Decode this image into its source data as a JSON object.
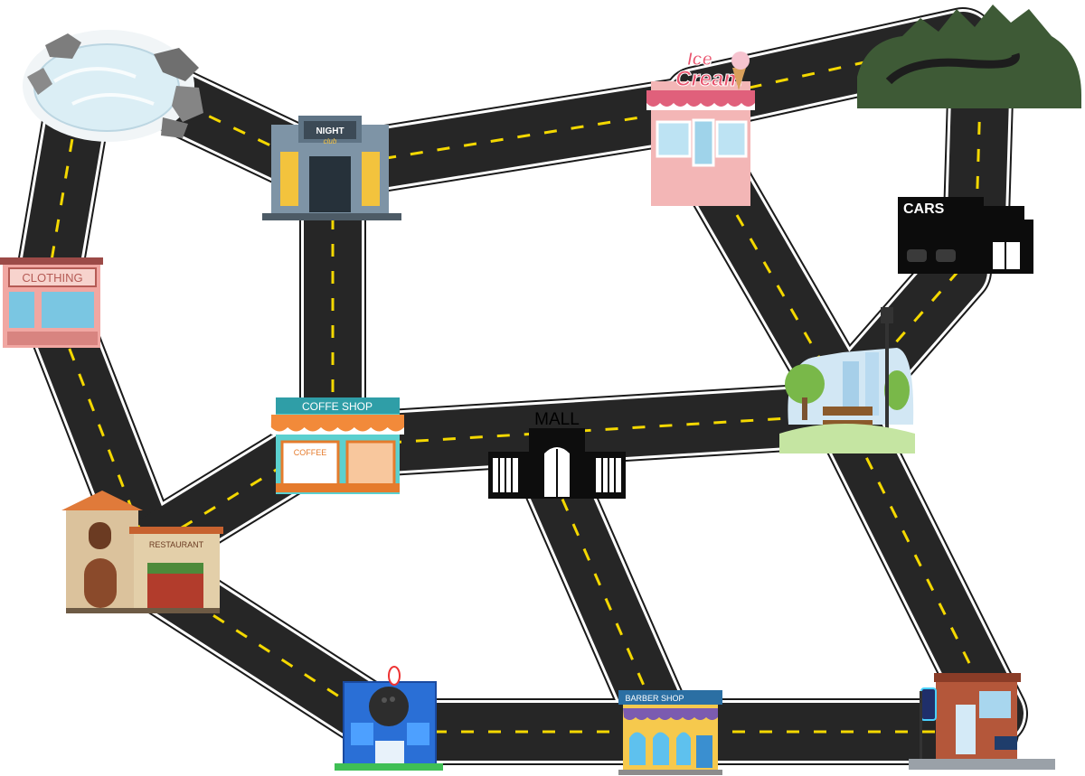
{
  "map": {
    "colors": {
      "road": "#262626",
      "road_edge": "#1a1a1a",
      "lane_dash": "#f4d800",
      "forest": "#3e5a36",
      "ice": "#dbeef5"
    },
    "places": [
      {
        "id": "ice-lake",
        "icon": "frozen-lake-icon"
      },
      {
        "id": "night-club",
        "icon": "night-club-icon",
        "sign": "NIGHT",
        "sign2": "club"
      },
      {
        "id": "ice-cream-shop",
        "icon": "ice-cream-shop-icon",
        "sign": "Ice",
        "sign2": "Cream"
      },
      {
        "id": "forest",
        "icon": "forest-road-icon"
      },
      {
        "id": "car-dealer",
        "icon": "car-dealer-icon",
        "sign": "CARS"
      },
      {
        "id": "clothing-store",
        "icon": "clothing-store-icon",
        "sign": "CLOTHING"
      },
      {
        "id": "coffee-shop",
        "icon": "coffee-shop-icon",
        "sign": "COFFE SHOP",
        "sign2": "COFFEE"
      },
      {
        "id": "mall",
        "icon": "mall-icon",
        "sign": "MALL"
      },
      {
        "id": "park",
        "icon": "park-icon"
      },
      {
        "id": "restaurant",
        "icon": "restaurant-icon",
        "sign": "RESTAURANT"
      },
      {
        "id": "bowling-alley",
        "icon": "bowling-alley-icon"
      },
      {
        "id": "barber-shop",
        "icon": "barber-shop-icon",
        "sign": "BARBER SHOP"
      },
      {
        "id": "bar",
        "icon": "bar-icon"
      }
    ]
  }
}
